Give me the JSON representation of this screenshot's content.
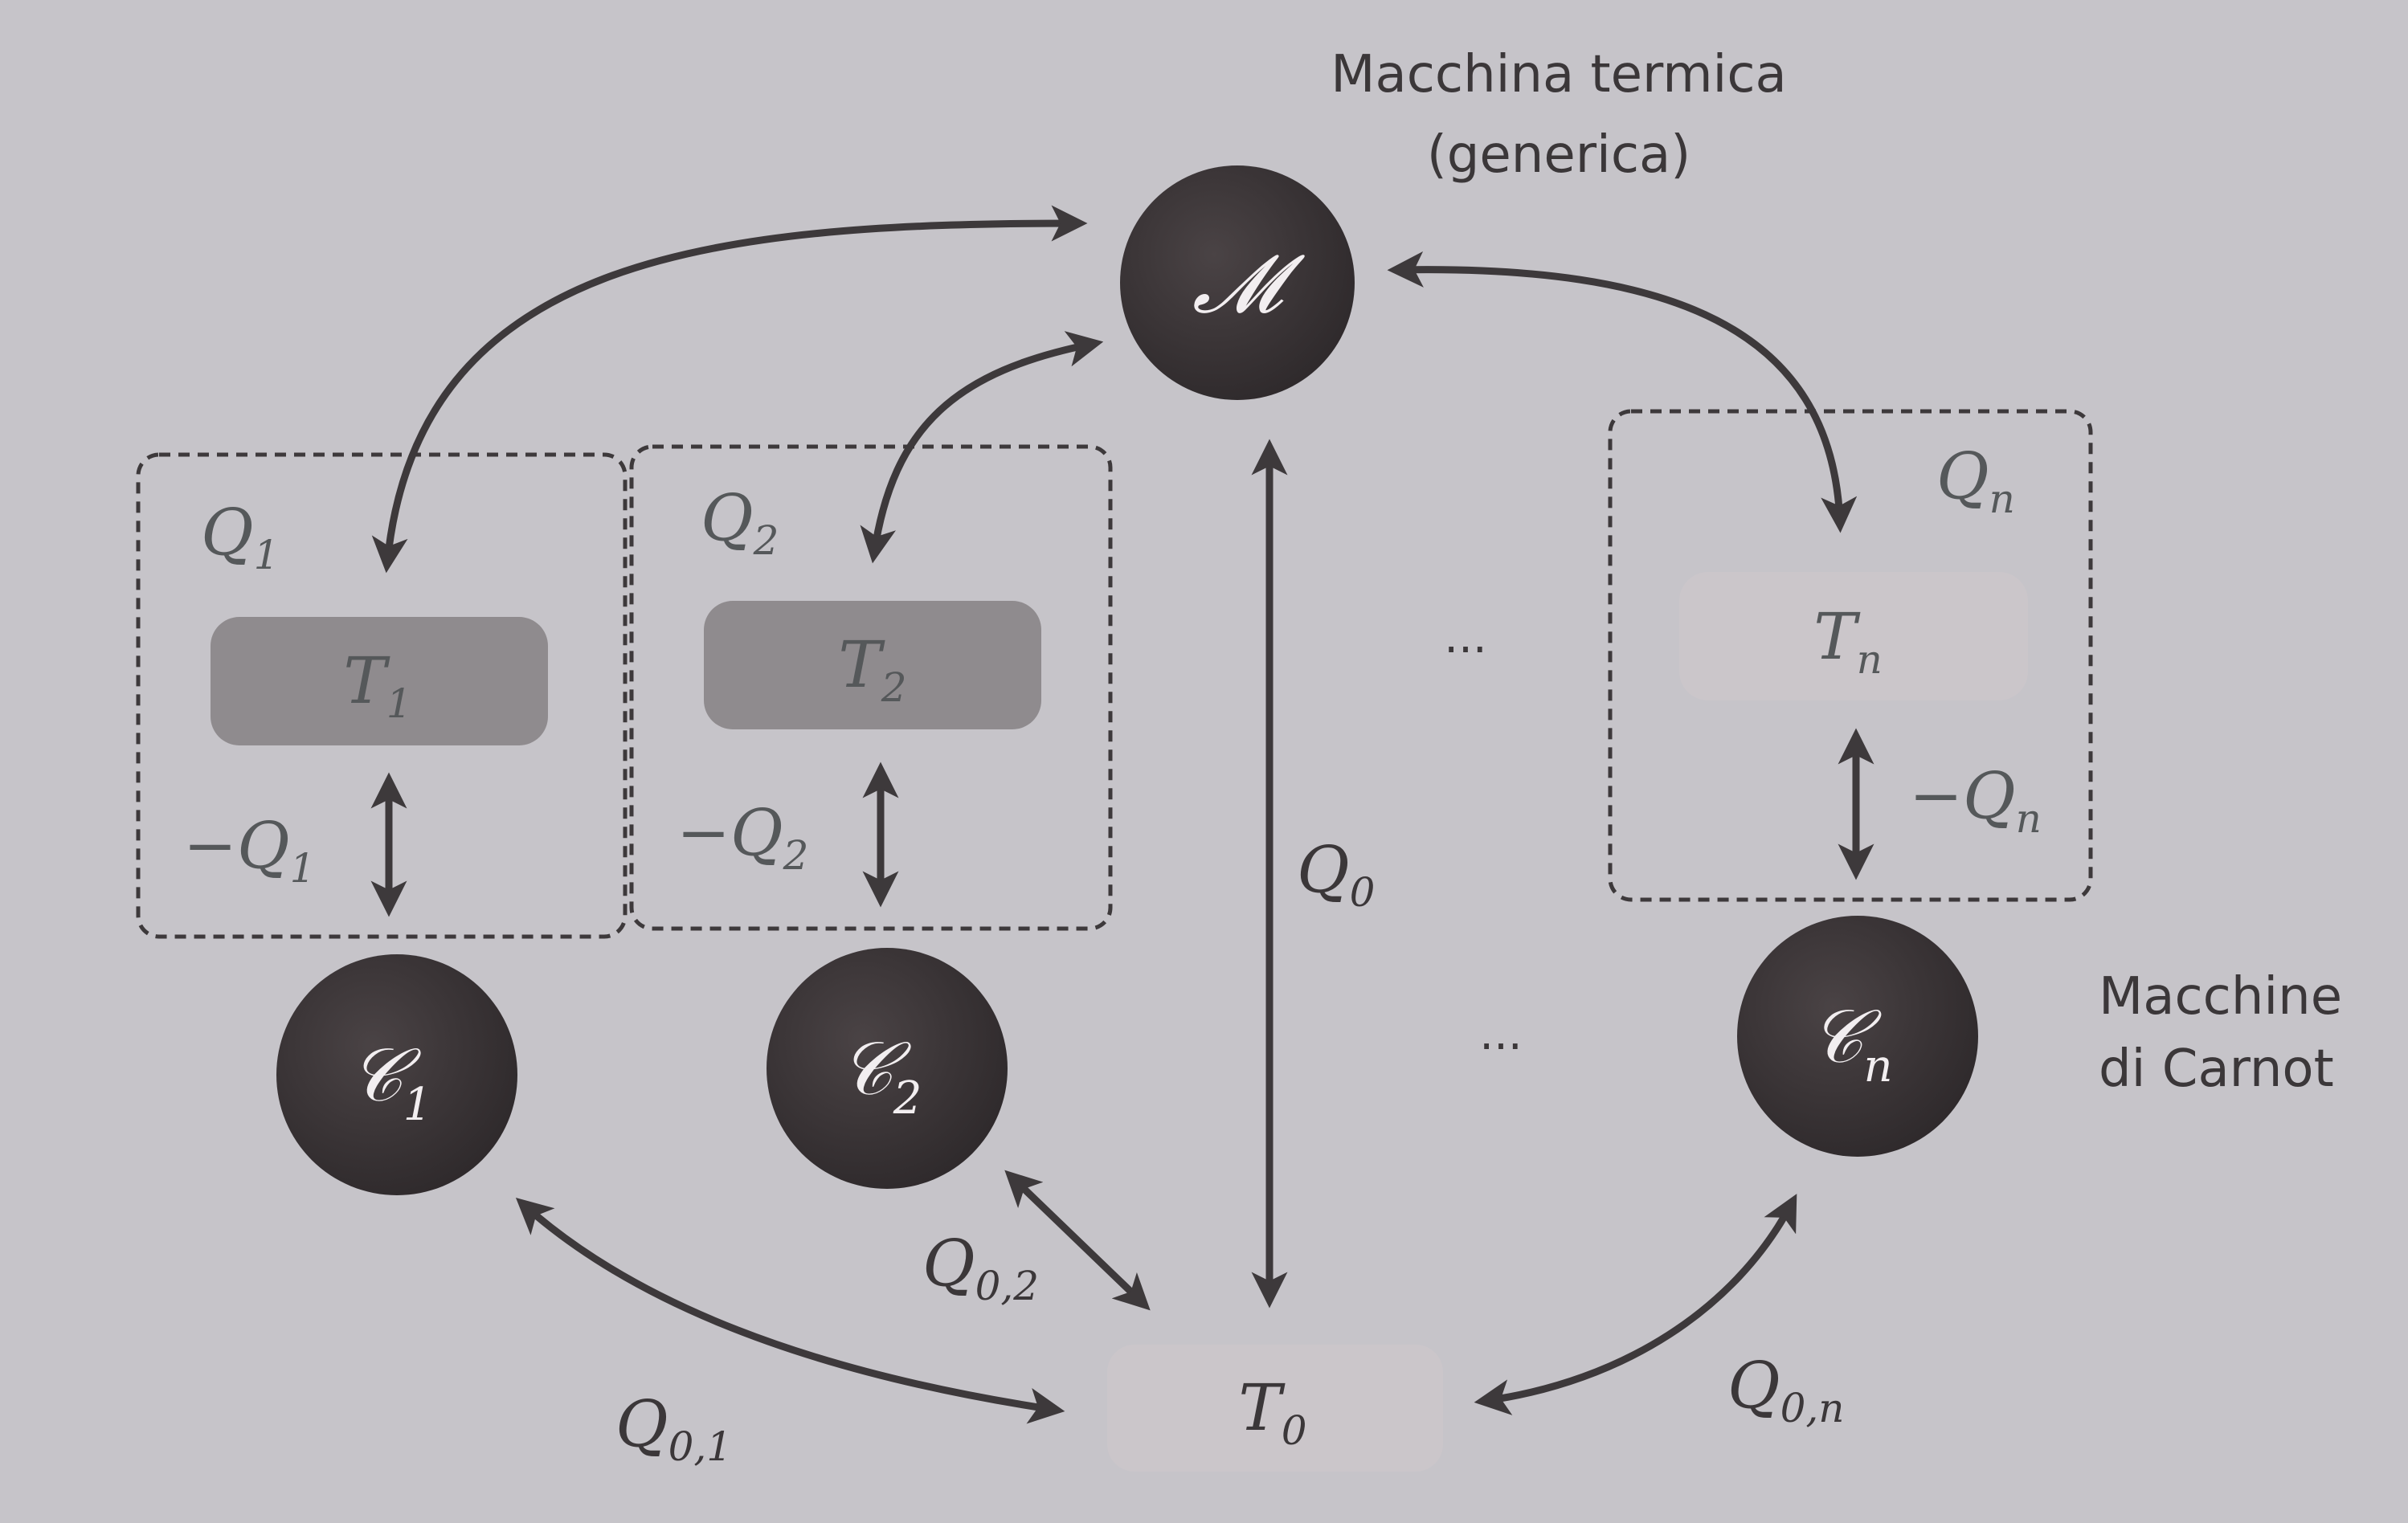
{
  "title_general": "Macchina termica",
  "subtitle_general": "(generica)",
  "carnot_label_line1": "Macchine",
  "carnot_label_line2": "di Carnot",
  "machine_M": "𝓜",
  "carnot_machines": [
    "𝒞",
    "𝒞",
    "𝒞"
  ],
  "carnot_subscripts": [
    "1",
    "2",
    "n"
  ],
  "reservoirs": {
    "T1": "T",
    "T1_sub": "1",
    "T2": "T",
    "T2_sub": "2",
    "Tn": "T",
    "Tn_sub": "n",
    "T0": "T",
    "T0_sub": "0"
  },
  "heats": {
    "Q1": "Q",
    "Q1_sub": "1",
    "Q2": "Q",
    "Q2_sub": "2",
    "Qn": "Q",
    "Qn_sub": "n",
    "mQ1": "−Q",
    "mQ1_sub": "1",
    "mQ2": "−Q",
    "mQ2_sub": "2",
    "mQn": "−Q",
    "mQn_sub": "n",
    "Q0": "Q",
    "Q0_sub": "0",
    "Q01": "Q",
    "Q01_sub": "0,1",
    "Q02": "Q",
    "Q02_sub": "0,2",
    "Q0n": "Q",
    "Q0n_sub": "0,n"
  },
  "ellipsis": "···",
  "colors": {
    "background": "#c6c4c9",
    "machine_fill": "#3a3436",
    "reservoir_dark": "#8f8b8e",
    "reservoir_light": "#cbc6ca",
    "arrow": "#3d393b"
  }
}
